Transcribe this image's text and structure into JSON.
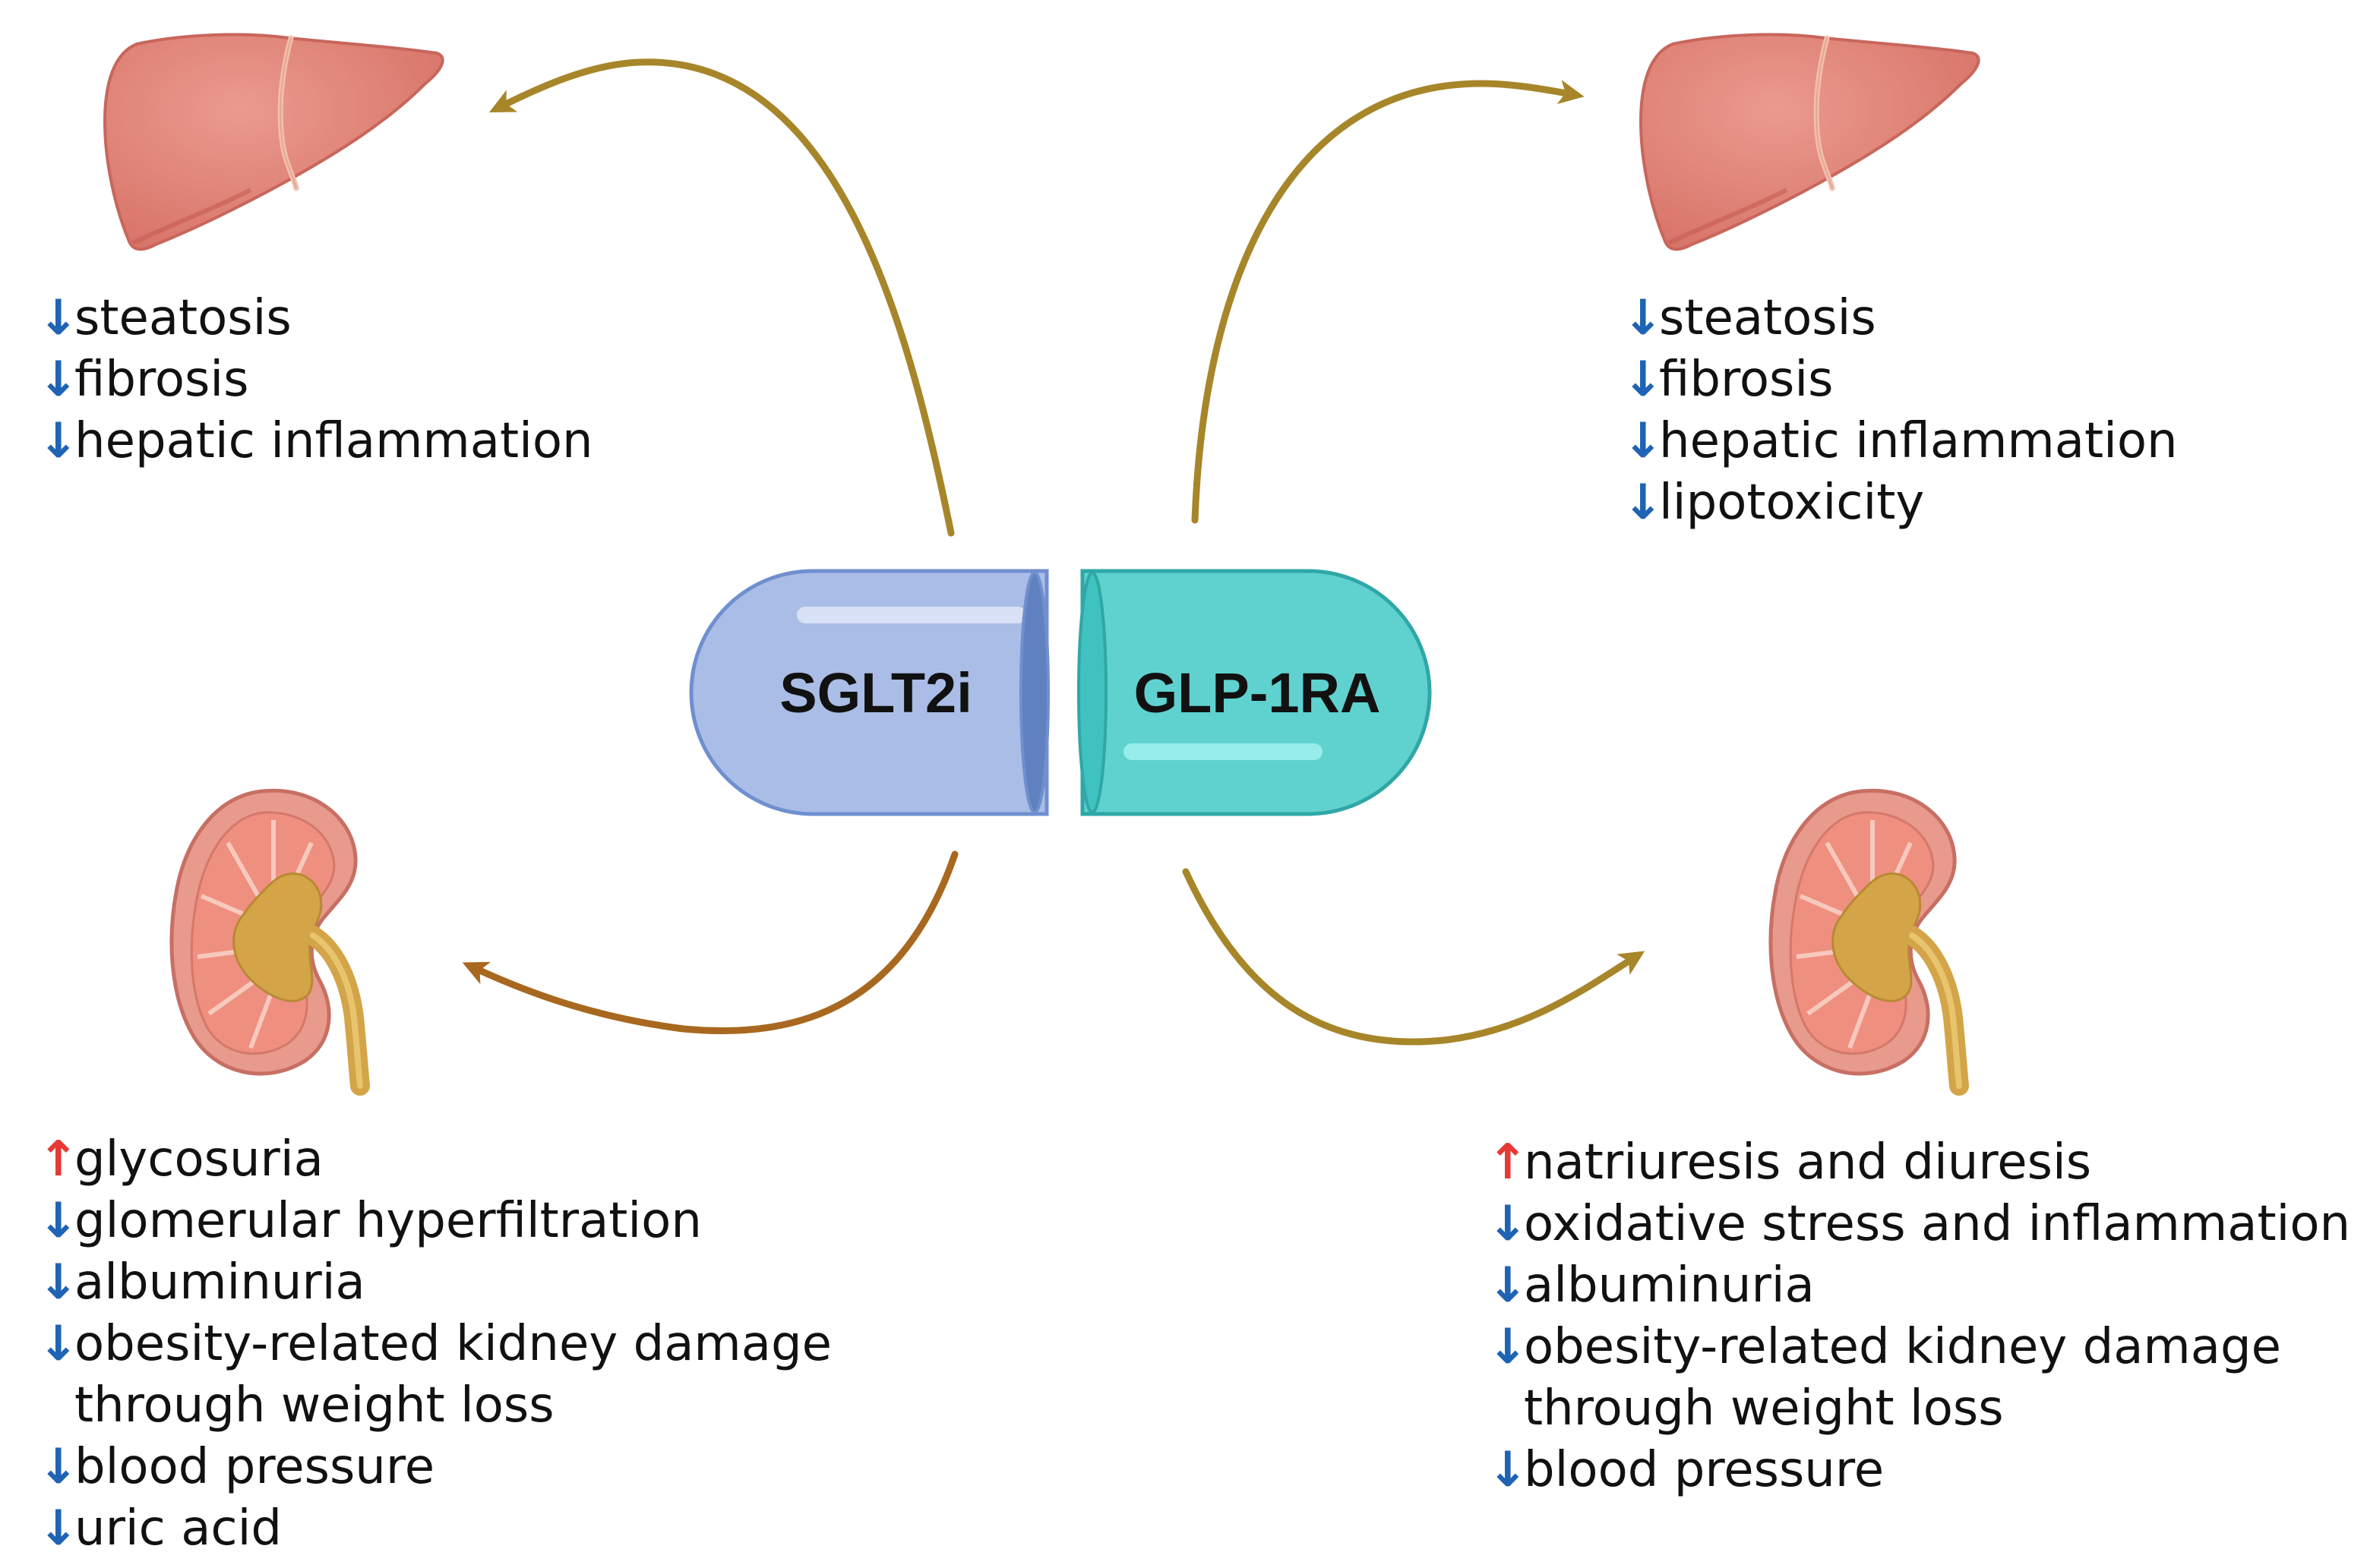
{
  "pill": {
    "left_label": "SGLT2i",
    "right_label": "GLP-1RA",
    "left_color": "#aabde6",
    "right_color": "#5fd2cf"
  },
  "colors": {
    "arrow_gold": "#a7862a",
    "arrow_bronze": "#a8681f",
    "down_arrow": "#1f63b4",
    "up_arrow": "#e53935",
    "liver": "#e2867b",
    "kidney_cortex": "#e89a8c",
    "pelvis": "#d3a548"
  },
  "icons": {
    "liver_left": "liver-icon",
    "liver_right": "liver-icon",
    "kidney_left": "kidney-icon",
    "kidney_right": "kidney-icon"
  },
  "liver_left": {
    "items": [
      {
        "dir": "down",
        "glyph": "↓",
        "text": "steatosis"
      },
      {
        "dir": "down",
        "glyph": "↓",
        "text": "fibrosis"
      },
      {
        "dir": "down",
        "glyph": "↓",
        "text": "hepatic inflammation"
      }
    ]
  },
  "liver_right": {
    "items": [
      {
        "dir": "down",
        "glyph": "↓",
        "text": "steatosis"
      },
      {
        "dir": "down",
        "glyph": "↓",
        "text": "fibrosis"
      },
      {
        "dir": "down",
        "glyph": "↓",
        "text": "hepatic inflammation"
      },
      {
        "dir": "down",
        "glyph": "↓",
        "text": "lipotoxicity"
      }
    ]
  },
  "kidney_left": {
    "items": [
      {
        "dir": "up",
        "glyph": "↑",
        "text": "glycosuria"
      },
      {
        "dir": "down",
        "glyph": "↓",
        "text": "glomerular hyperfiltration"
      },
      {
        "dir": "down",
        "glyph": "↓",
        "text": "albuminuria"
      },
      {
        "dir": "down",
        "glyph": "↓",
        "text": "obesity-related kidney damage"
      },
      {
        "dir": "none",
        "glyph": "",
        "text": "through weight loss"
      },
      {
        "dir": "down",
        "glyph": "↓",
        "text": "blood pressure"
      },
      {
        "dir": "down",
        "glyph": "↓",
        "text": "uric acid"
      }
    ]
  },
  "kidney_right": {
    "items": [
      {
        "dir": "up",
        "glyph": "↑",
        "text": "natriuresis and diuresis"
      },
      {
        "dir": "down",
        "glyph": "↓",
        "text": "oxidative stress and inflammation"
      },
      {
        "dir": "down",
        "glyph": "↓",
        "text": "albuminuria"
      },
      {
        "dir": "down",
        "glyph": "↓",
        "text": "obesity-related kidney damage"
      },
      {
        "dir": "none",
        "glyph": "",
        "text": "through weight loss"
      },
      {
        "dir": "down",
        "glyph": "↓",
        "text": "blood pressure"
      }
    ]
  }
}
